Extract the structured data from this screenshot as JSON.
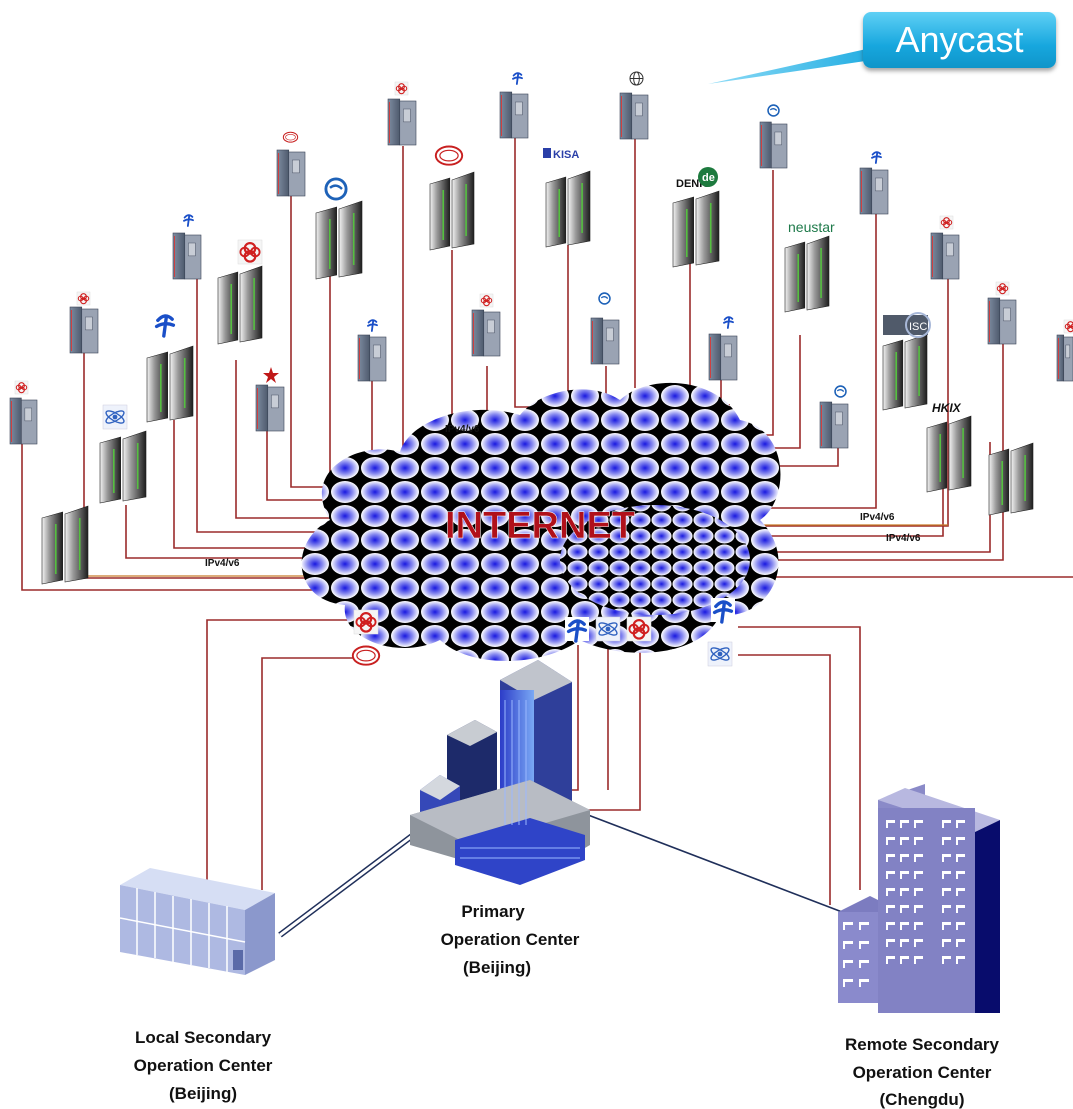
{
  "callout": {
    "text": "Anycast"
  },
  "cloud": {
    "label": "INTERNET"
  },
  "link_labels": [
    "IPv4/v6",
    "IPv4/v6",
    "IPv4/v6",
    "IPv4/v6"
  ],
  "logo_texts": {
    "kisa": "KISA",
    "denic": "DENIC",
    "denic_badge": "de",
    "neustar": "neustar",
    "isc": "ISC",
    "hkix": "HKIX"
  },
  "centers": {
    "primary": {
      "line1": "Primary",
      "line2": "Operation Center",
      "line3": "(Beijing)"
    },
    "local": {
      "line1": "Local Secondary",
      "line2": "Operation Center",
      "line3": "(Beijing)"
    },
    "remote": {
      "line1": "Remote Secondary",
      "line2": "Operation Center",
      "line3": "(Chengdu)"
    }
  },
  "colors": {
    "link": "#9b2b2b",
    "backbone": "#1f2f5a",
    "cloud_blob": "#2a2ee6",
    "internet_text": "#b0101a",
    "callout": "#19a9e0"
  }
}
